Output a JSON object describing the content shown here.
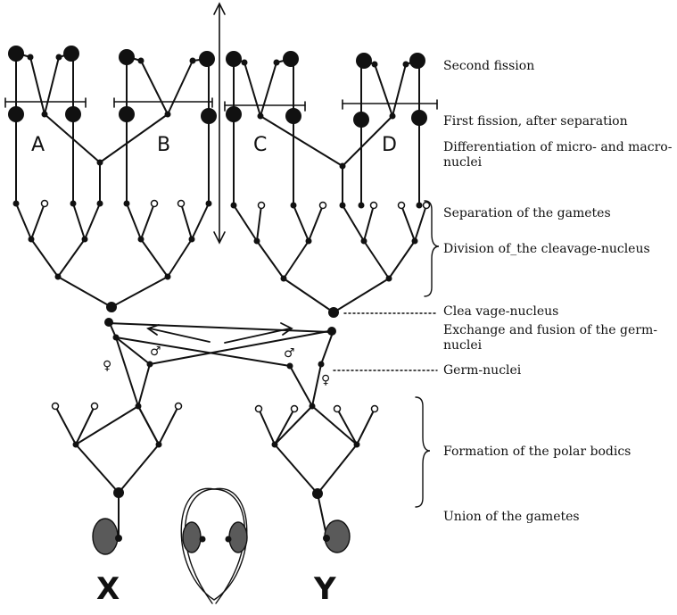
{
  "labels": {
    "second_fission": "Second fission",
    "first_fission": "First fission, after separation",
    "differentiation": "Differentiation of micro- and macro-nuclei",
    "separation": "Separation of the gametes",
    "division": "Division of_the cleavage-nucleus",
    "cleavage_nucleus": "Clea vage-nucleus",
    "exchange": "Exchange and fusion of the germ-nuclei",
    "germ_nuclei": "Germ-nuclei",
    "polar_bodies": "Formation of the polar bodics",
    "union": "Union of the gametes"
  },
  "letters": {
    "a": "A",
    "b": "B",
    "c": "C",
    "d": "D",
    "x": "X",
    "y": "Y"
  },
  "symbols": {
    "male": "♂",
    "female": "♀"
  }
}
